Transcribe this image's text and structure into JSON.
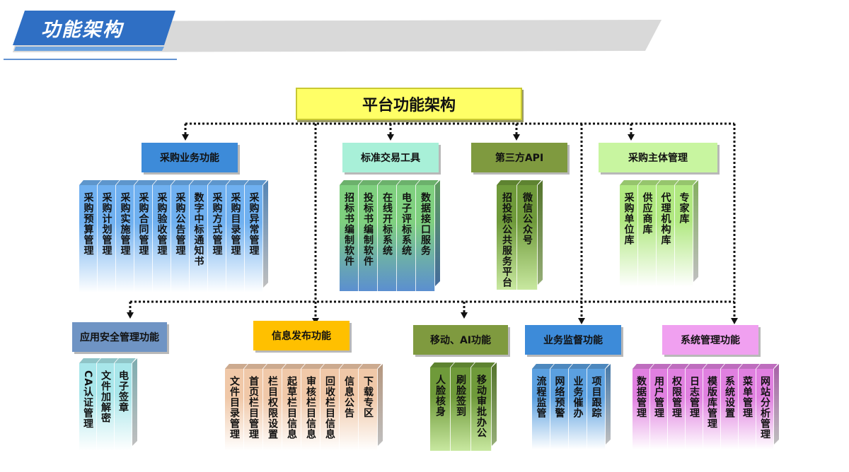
{
  "section_title": "功能架构",
  "root": {
    "label": "平台功能架构",
    "color": "#ffff66"
  },
  "categories": [
    {
      "key": "procure",
      "label": "采购业务功能",
      "box": "#3d8bd9",
      "col_top": "#6fb0f0",
      "col_bottom": "#ffffff",
      "text_color": "#111",
      "items": [
        "采购预算管理",
        "采购计划管理",
        "采购实施管理",
        "采购合同管理",
        "采购验收管理",
        "采购公告管理",
        "数字中标通知书",
        "采购方式管理",
        "采购目录管理",
        "采购异常管理"
      ]
    },
    {
      "key": "tools",
      "label": "标准交易工具",
      "box": "#a8f0d8",
      "col_top": "#7fd07f",
      "col_bottom": "#5b8fd0",
      "text_color": "#111",
      "items": [
        "招标书编制软件",
        "投标书编制软件",
        "在线开标系统",
        "电子评标系统",
        "数据接口服务"
      ]
    },
    {
      "key": "api",
      "label": "第三方API",
      "box": "#7f9a3f",
      "col_top": "#6f9a3a",
      "col_bottom": "#c8e8a0",
      "text_color": "#111",
      "items": [
        "招投标公共服务平台",
        "微信公众号"
      ]
    },
    {
      "key": "subject",
      "label": "采购主体管理",
      "box": "#c8f5a0",
      "col_top": "#b0e880",
      "col_bottom": "#ffffff",
      "text_color": "#111",
      "items": [
        "采购单位库",
        "供应商库",
        "代理机构库",
        "专家库"
      ]
    },
    {
      "key": "security",
      "label": "应用安全管理功能",
      "box": "#6f94c4",
      "col_top": "#a8e6ea",
      "col_bottom": "#ffffff",
      "text_color": "#111",
      "items": [
        "CA认证管理",
        "文件加解密",
        "电子签章"
      ]
    },
    {
      "key": "info",
      "label": "信息发布功能",
      "box": "#ffc000",
      "col_top": "#f0c8a8",
      "col_bottom": "#ffffff",
      "text_color": "#111",
      "items": [
        "文件目录管理",
        "首页栏目管理",
        "栏目权限设置",
        "起草栏目信息",
        "审核栏目信息",
        "回收栏目信息",
        "信息公告",
        "下载专区"
      ]
    },
    {
      "key": "mobile",
      "label": "移动、AI功能",
      "box": "#7f9a3f",
      "col_top": "#6f9a3a",
      "col_bottom": "#c8e8a0",
      "text_color": "#111",
      "items": [
        "人脸核身",
        "刷脸签到",
        "移动审批办公"
      ]
    },
    {
      "key": "supervise",
      "label": "业务监督功能",
      "box": "#3d8bd9",
      "col_top": "#5ba0e0",
      "col_bottom": "#ffffff",
      "text_color": "#111",
      "items": [
        "流程监管",
        "网络预警",
        "业务催办",
        "项目跟踪"
      ]
    },
    {
      "key": "system",
      "label": "系统管理功能",
      "box": "#f0a0f0",
      "col_top": "#e080e0",
      "col_bottom": "#ffffff",
      "text_color": "#111",
      "items": [
        "数据管理",
        "用户管理",
        "权限管理",
        "日志管理",
        "模版库管理",
        "系统设置",
        "菜单管理",
        "网站分析管理"
      ]
    }
  ]
}
